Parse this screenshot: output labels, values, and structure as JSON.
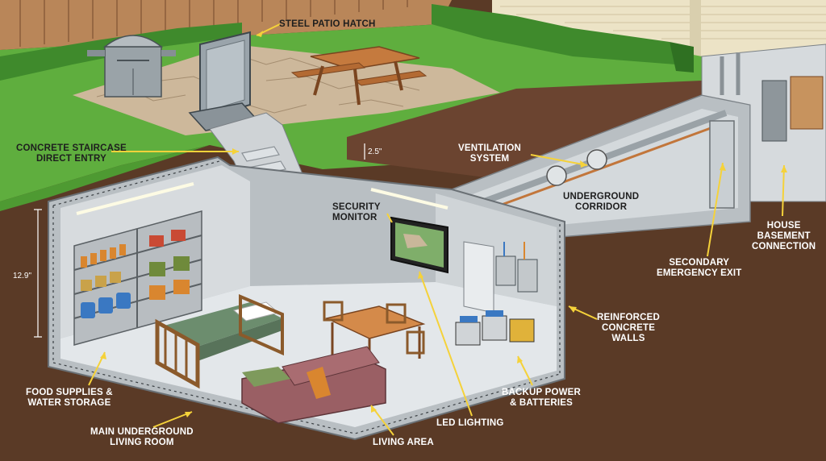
{
  "labels": {
    "steel_patio_hatch": "STEEL PATIO HATCH",
    "concrete_staircase": [
      "CONCRETE STAIRCASE",
      "DIRECT ENTRY"
    ],
    "ventilation": [
      "VENTILATION",
      "SYSTEM"
    ],
    "underground_corridor": [
      "UNDERGROUND",
      "CORRIDOR"
    ],
    "security_monitor": [
      "SECURITY",
      "MONITOR"
    ],
    "house_basement": [
      "HOUSE",
      "BASEMENT",
      "CONNECTION"
    ],
    "secondary_exit": [
      "SECONDARY",
      "EMERGENCY EXIT"
    ],
    "reinforced_walls": [
      "REINFORCED",
      "CONCRETE",
      "WALLS"
    ],
    "food_supplies": [
      "FOOD SUPPLIES &",
      "WATER STORAGE"
    ],
    "backup_power": [
      "BACKUP POWER",
      "& BATTERIES"
    ],
    "led_lighting": "LED LIGHTING",
    "main_living_room": [
      "MAIN UNDERGROUND",
      "LIVING ROOM"
    ],
    "living_area": "LIVING AREA"
  },
  "dimensions": {
    "depth": "12.9\"",
    "cover": "2.5\""
  },
  "colors": {
    "grass": "#5fae3e",
    "soil": "#5a3a26",
    "concrete": "#c9cdd0",
    "floor": "#dfe4e8",
    "callout": "#f5d23a",
    "fence": "#b5835a"
  }
}
